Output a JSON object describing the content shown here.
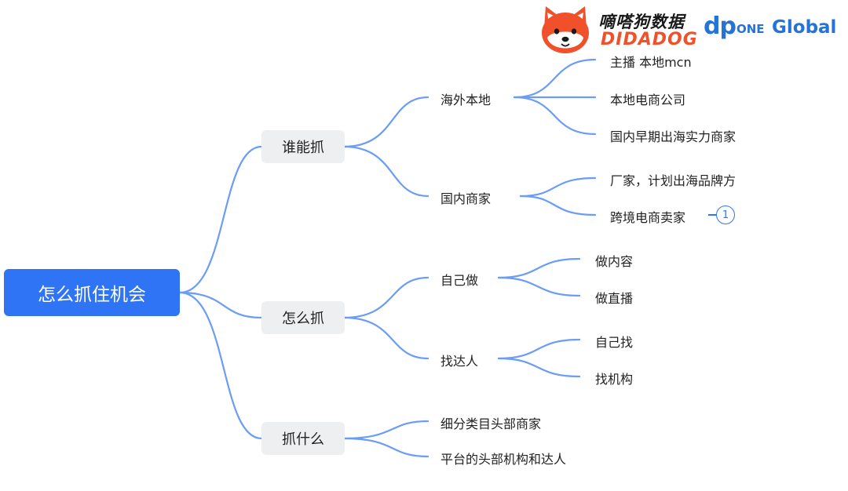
{
  "brand": {
    "cn_name": "嘀嗒狗数据",
    "en_name": "DIDADOG",
    "partner_prefix": "dp",
    "partner_one": "ONE",
    "partner_global": "Global"
  },
  "colors": {
    "link": "#6b9cf6",
    "root_bg": "#2f74f5",
    "node_bg": "#eeeff1",
    "brand_orange": "#f0502a",
    "brand_blue": "#2573d6"
  },
  "mindmap": {
    "root": "怎么抓住机会",
    "branches": [
      {
        "label": "谁能抓",
        "children": [
          {
            "label": "海外本地",
            "children": [
              "主播 本地mcn",
              "本地电商公司",
              "国内早期出海实力商家"
            ]
          },
          {
            "label": "国内商家",
            "children": [
              "厂家，计划出海品牌方",
              "跨境电商卖家"
            ]
          }
        ]
      },
      {
        "label": "怎么抓",
        "children": [
          {
            "label": "自己做",
            "children": [
              "做内容",
              "做直播"
            ]
          },
          {
            "label": "找达人",
            "children": [
              "自己找",
              "找机构"
            ]
          }
        ]
      },
      {
        "label": "抓什么",
        "children": [
          {
            "label": "细分类目头部商家",
            "children": []
          },
          {
            "label": "平台的头部机构和达人",
            "children": []
          }
        ]
      }
    ],
    "badge": "1"
  }
}
